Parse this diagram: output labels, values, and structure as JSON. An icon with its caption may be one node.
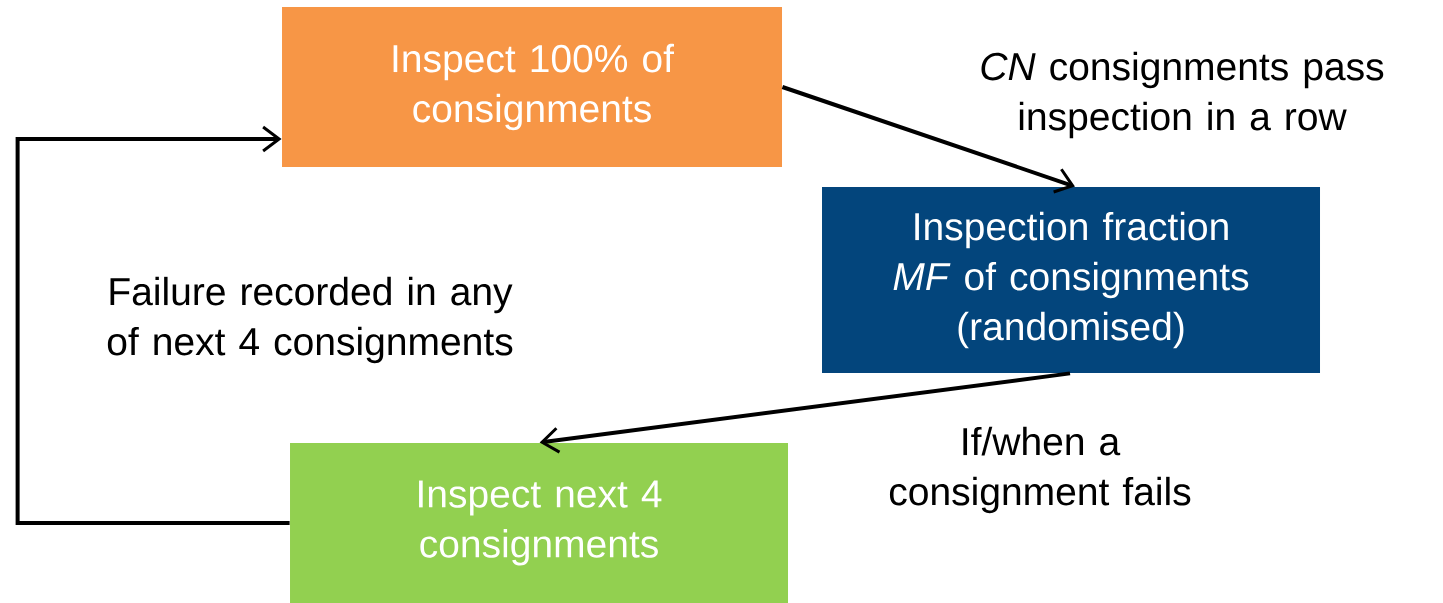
{
  "diagram": {
    "nodes": [
      {
        "text": [
          "Inspect 100% of consignments"
        ]
      },
      {
        "text": [
          "Inspection fraction *MF* of consignments (randomised)"
        ]
      },
      {
        "text": [
          "Inspect next 4 consignments"
        ]
      }
    ],
    "edges": [
      {
        "from": 0,
        "to": 1,
        "arrow": "to",
        "label": "*CN* consignments pass inspection in a row"
      },
      {
        "from": 1,
        "to": 2,
        "arrow": "to",
        "label": "If/when a consignment fails"
      },
      {
        "from": 2,
        "to": 0,
        "arrow": "to",
        "label": "Failure recorded in any of next 4 consignments"
      }
    ]
  }
}
